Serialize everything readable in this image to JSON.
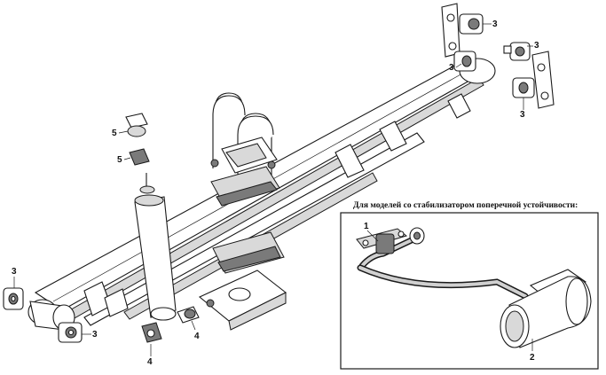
{
  "inset": {
    "title": "Для моделей со стабилизатором поперечной устойчивости:",
    "callouts": [
      "1",
      "2"
    ]
  },
  "callouts": {
    "c3": "3",
    "c4": "4",
    "c5": "5"
  }
}
